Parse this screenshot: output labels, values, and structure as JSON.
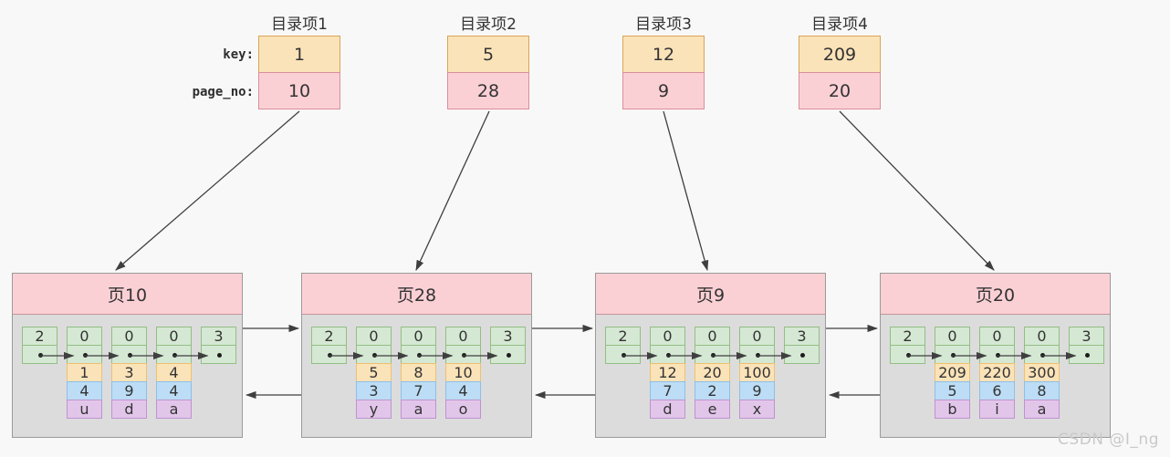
{
  "labels": {
    "key": "key:",
    "page_no": "page_no:"
  },
  "directory_entries": [
    {
      "title": "目录项1",
      "key": "1",
      "page_no": "10"
    },
    {
      "title": "目录项2",
      "key": "5",
      "page_no": "28"
    },
    {
      "title": "目录项3",
      "key": "12",
      "page_no": "9"
    },
    {
      "title": "目录项4",
      "key": "209",
      "page_no": "20"
    }
  ],
  "pages": [
    {
      "title": "页10",
      "infimum_flag": "2",
      "supremum_flag": "3",
      "records": [
        {
          "flag": "0",
          "key": "1",
          "col2": "4",
          "col3": "u"
        },
        {
          "flag": "0",
          "key": "3",
          "col2": "9",
          "col3": "d"
        },
        {
          "flag": "0",
          "key": "4",
          "col2": "4",
          "col3": "a"
        }
      ]
    },
    {
      "title": "页28",
      "infimum_flag": "2",
      "supremum_flag": "3",
      "records": [
        {
          "flag": "0",
          "key": "5",
          "col2": "3",
          "col3": "y"
        },
        {
          "flag": "0",
          "key": "8",
          "col2": "7",
          "col3": "a"
        },
        {
          "flag": "0",
          "key": "10",
          "col2": "4",
          "col3": "o"
        }
      ]
    },
    {
      "title": "页9",
      "infimum_flag": "2",
      "supremum_flag": "3",
      "records": [
        {
          "flag": "0",
          "key": "12",
          "col2": "7",
          "col3": "d"
        },
        {
          "flag": "0",
          "key": "20",
          "col2": "2",
          "col3": "e"
        },
        {
          "flag": "0",
          "key": "100",
          "col2": "9",
          "col3": "x"
        }
      ]
    },
    {
      "title": "页20",
      "infimum_flag": "2",
      "supremum_flag": "3",
      "records": [
        {
          "flag": "0",
          "key": "209",
          "col2": "5",
          "col3": "b"
        },
        {
          "flag": "0",
          "key": "220",
          "col2": "6",
          "col3": "i"
        },
        {
          "flag": "0",
          "key": "300",
          "col2": "8",
          "col3": "a"
        }
      ]
    }
  ],
  "watermark": "CSDN @I_ng",
  "colors": {
    "background": "#f8f8f8",
    "entry_key_fill": "#fbe3b9",
    "entry_page_fill": "#fbd0d5",
    "page_header_fill": "#fbd0d5",
    "page_body_fill": "#dcdcdc",
    "record_header_fill": "#d5e8d4",
    "record_key_fill": "#fbe3b9",
    "record_col2_fill": "#bcddf5",
    "record_col3_fill": "#e2c6ea",
    "arrow": "#3f3f3f"
  }
}
